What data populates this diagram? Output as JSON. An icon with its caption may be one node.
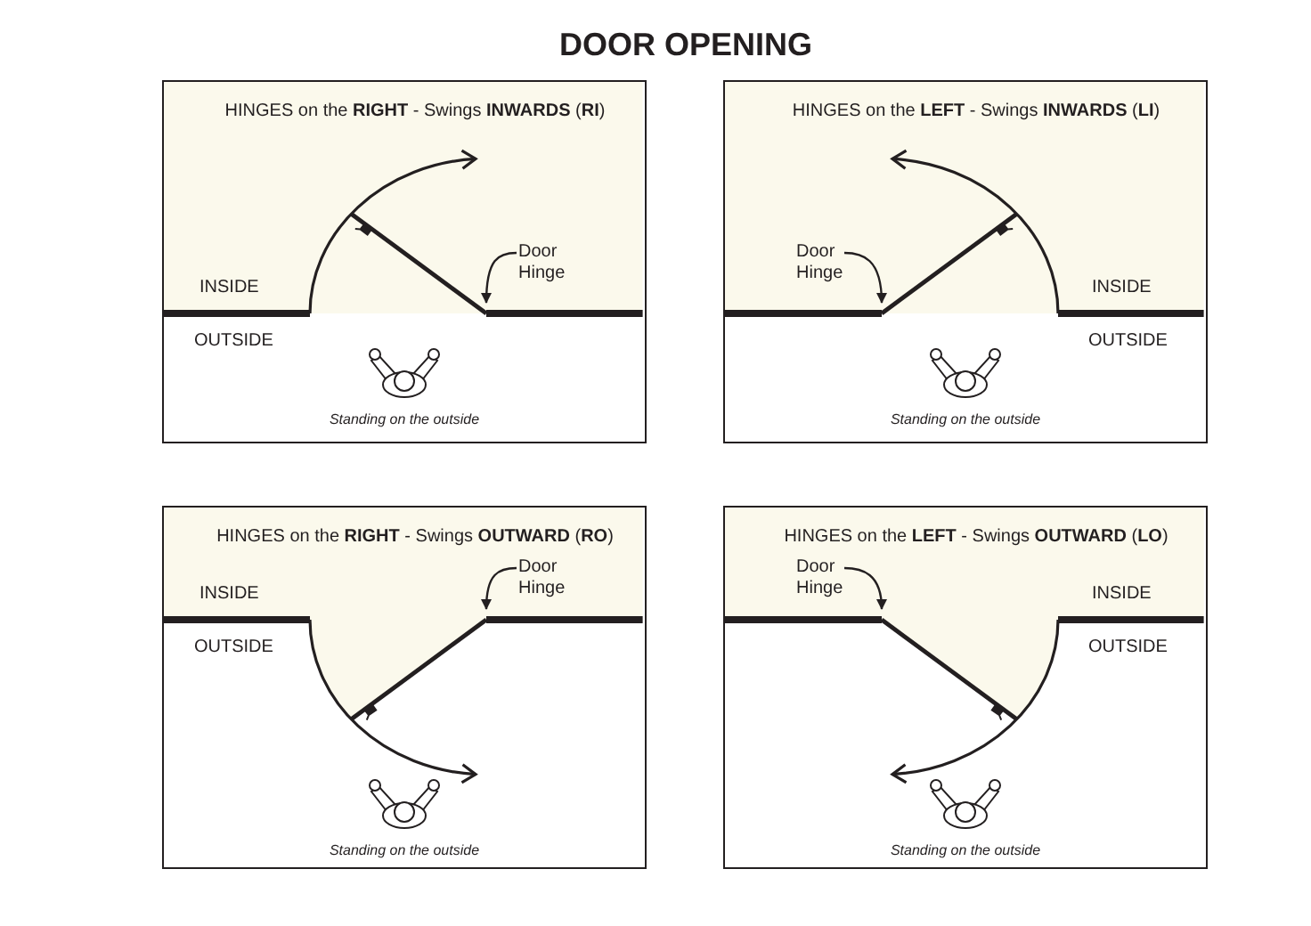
{
  "diagram": {
    "title": "DOOR OPENING",
    "nodes": [
      {
        "text": [
          "HINGES on the **RIGHT** - Swings **INWARDS** (**RI**)",
          "INSIDE",
          "OUTSIDE",
          "Standing on the outside"
        ]
      },
      {
        "text": [
          "Door Hinge"
        ],
        "in": 0
      },
      {
        "text": [
          "HINGES on the **LEFT** - Swings **INWARDS** (**LI**)",
          "INSIDE",
          "OUTSIDE",
          "Standing on the outside"
        ]
      },
      {
        "text": [
          "Door Hinge"
        ],
        "in": 2
      },
      {
        "text": [
          "HINGES on the **RIGHT** - Swings **OUTWARD** (**RO**)",
          "INSIDE",
          "OUTSIDE",
          "Standing on the outside"
        ]
      },
      {
        "text": [
          "Door Hinge"
        ],
        "in": 4
      },
      {
        "text": [
          "HINGES on the **LEFT** - Swings **OUTWARD** (**LO**)",
          "INSIDE",
          "OUTSIDE",
          "Standing on the outside"
        ]
      },
      {
        "text": [
          "Door Hinge"
        ],
        "in": 6
      }
    ],
    "edges": [
      {
        "from": 1,
        "to": null,
        "arrow": "to"
      },
      {
        "from": 3,
        "to": null,
        "arrow": "to"
      },
      {
        "from": 5,
        "to": null,
        "arrow": "to"
      },
      {
        "from": 7,
        "to": null,
        "arrow": "to"
      }
    ]
  }
}
